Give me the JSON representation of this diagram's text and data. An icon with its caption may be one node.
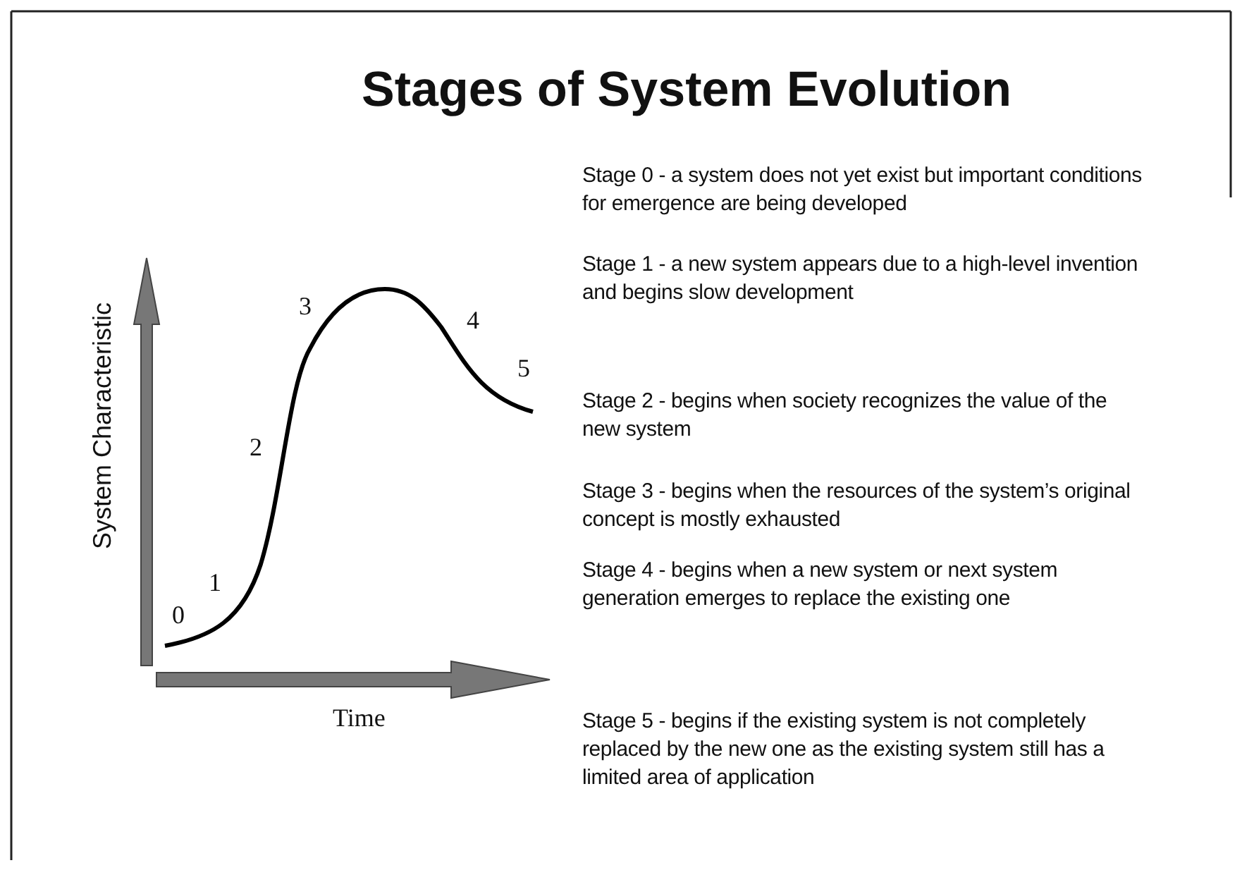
{
  "diagram": {
    "title": "Stages of System Evolution",
    "labels": [
      "System Characteristic",
      "0",
      "1",
      "2",
      "3",
      "4",
      "5",
      "Time",
      "Stage 0 - a system does not yet exist but important conditions for emergence are being developed",
      "Stage 1 - a new system appears due to a high-level invention and begins slow development",
      "Stage 2 - begins when society recognizes the value of the new system",
      "Stage 3 - begins when the resources of the system’s original concept is mostly exhausted",
      "Stage 4 - begins when a new system or next system generation emerges to replace the existing one",
      "Stage 5 - begins if the existing system is not completely replaced by the new one as the existing system still has a limited area of application"
    ]
  }
}
